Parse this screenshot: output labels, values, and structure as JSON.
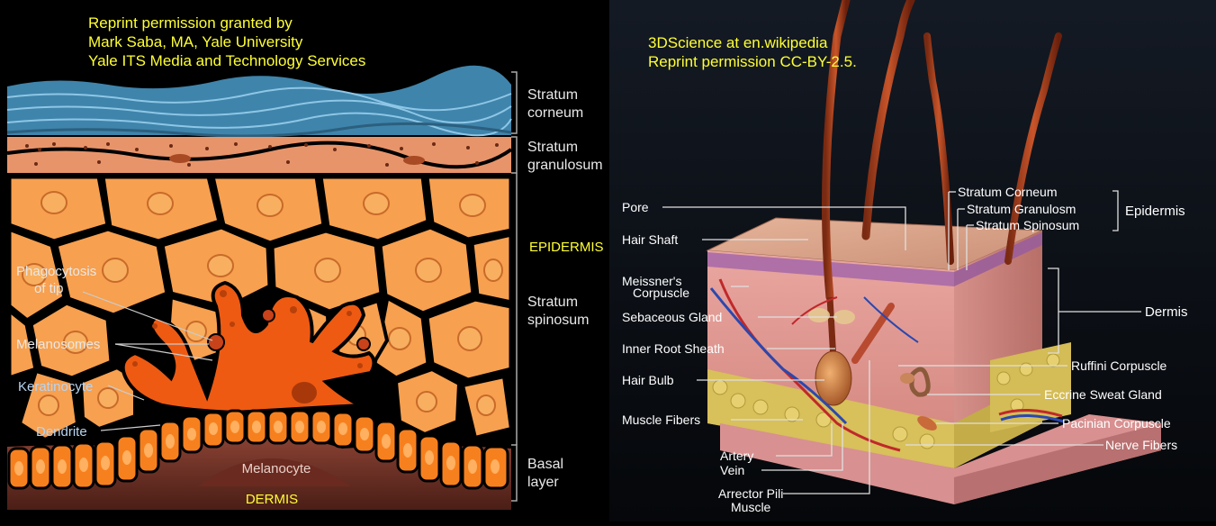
{
  "left_panel": {
    "credit": [
      "Reprint permission granted by",
      "Mark Saba, MA, Yale University",
      "Yale ITS Media and Technology Services"
    ],
    "layers": {
      "stratum_corneum": [
        "Stratum",
        "corneum"
      ],
      "stratum_granulosum": [
        "Stratum",
        "granulosum"
      ],
      "epidermis": "EPIDERMIS",
      "stratum_spinosum": [
        "Stratum",
        "spinosum"
      ],
      "basal_layer": [
        "Basal",
        "layer"
      ]
    },
    "callouts": {
      "phagocytosis": [
        "Phagocytosis",
        "of tip"
      ],
      "melanosomes": "Melanosomes",
      "keratinocyte": "Keratinocyte",
      "dendrite": "Dendrite",
      "melanocyte": "Melanocyte",
      "dermis": "DERMIS"
    },
    "colors": {
      "corneum": "#3f84ab",
      "granulosum": "#e8946a",
      "cell": "#f7a04f",
      "melanocyte": "#ee5a12",
      "dermis": "#7a3a2e",
      "text_yellow": "#ffff33"
    }
  },
  "right_panel": {
    "credit": [
      "3DScience at en.wikipedia",
      "Reprint  permission CC-BY-2.5."
    ],
    "labels": {
      "pore": "Pore",
      "hair_shaft": "Hair Shaft",
      "meissners": [
        "Meissner's",
        "Corpuscle"
      ],
      "sebaceous": "Sebaceous Gland",
      "inner_root": "Inner Root Sheath",
      "hair_bulb": "Hair Bulb",
      "muscle_fibers": "Muscle Fibers",
      "artery": "Artery",
      "vein": "Vein",
      "arrector": [
        "Arrector Pili",
        "Muscle"
      ],
      "stratum_corneum": "Stratum Corneum",
      "stratum_granulosm": "Stratum Granulosm",
      "stratum_spinosum": "Stratum Spinosum",
      "epidermis": "Epidermis",
      "dermis": "Dermis",
      "ruffini": "Ruffini Corpuscle",
      "eccrine": "Eccrine Sweat Gland",
      "pacinian": "Pacinian Corpuscle",
      "nerve_fibers": "Nerve Fibers"
    }
  }
}
